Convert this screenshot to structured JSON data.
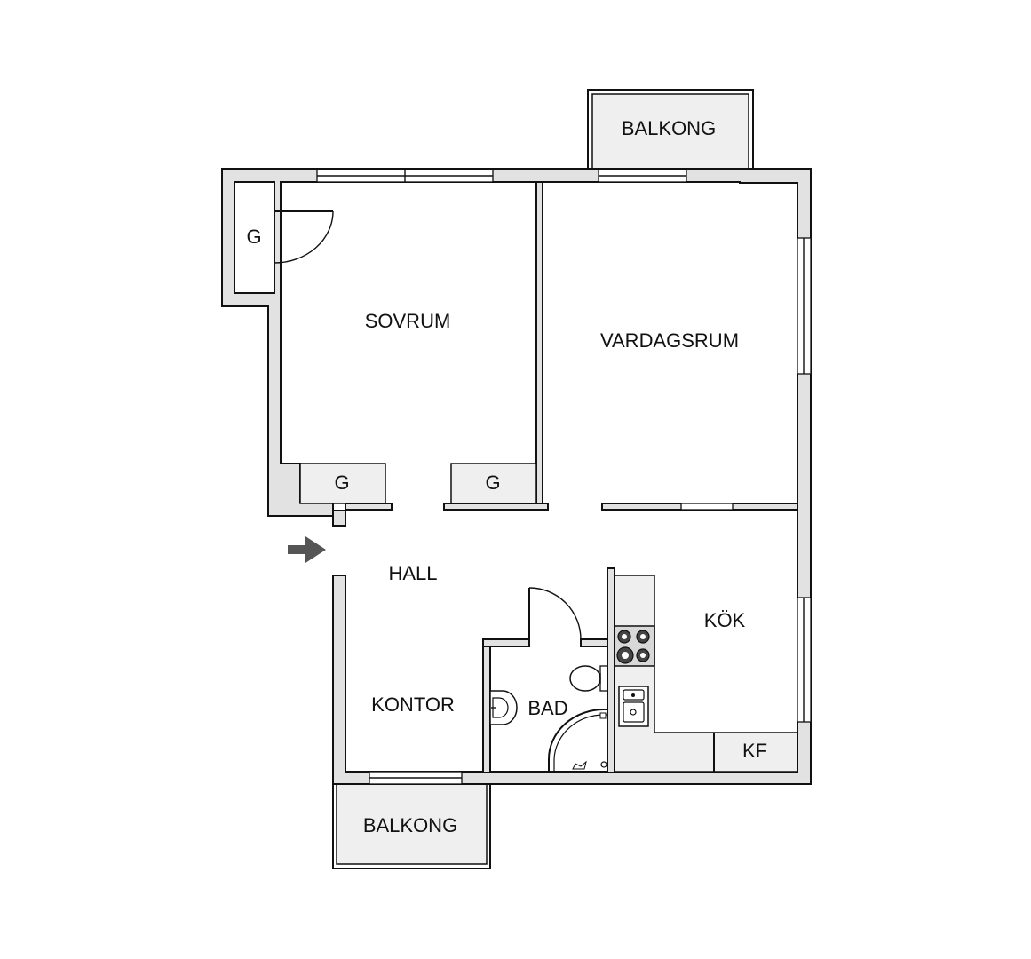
{
  "rooms": {
    "sovrum": "SOVRUM",
    "vardagsrum": "VARDAGSRUM",
    "hall": "HALL",
    "kontor": "KONTOR",
    "bad": "BAD",
    "kok": "KÖK",
    "kf": "KF",
    "g_top": "G",
    "g_left": "G",
    "g_right": "G",
    "balkong_top": "BALKONG",
    "balkong_bottom": "BALKONG"
  },
  "colors": {
    "wall_fill": "#e2e2e2",
    "line": "#111111",
    "entrance_arrow": "#555555"
  },
  "icons": {
    "entrance": "entrance-arrow-icon",
    "stove": "stove-icon",
    "sink": "kitchen-sink-icon",
    "toilet": "toilet-icon",
    "washbasin": "washbasin-icon",
    "shower": "shower-icon"
  }
}
